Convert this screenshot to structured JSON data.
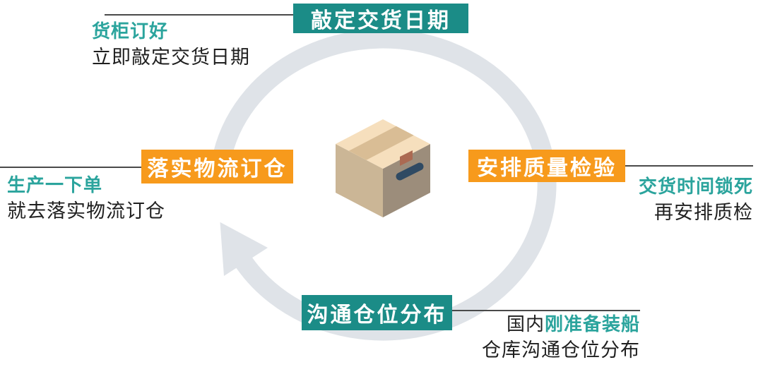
{
  "diagram": {
    "type": "circular-process",
    "cycle_direction": "clockwise",
    "center_icon": "cardboard-box"
  },
  "palette": {
    "teal": "#1b8c87",
    "orange": "#f79a1c",
    "teal_text": "#2ba49d",
    "text_dark": "#1f1f1f",
    "line": "#4a4a4a",
    "ring": "#dfe3e8",
    "box_top_face": "#f6dfbd",
    "box_tape": "#d9bd95",
    "box_left_face": "#cbb696",
    "box_right_face": "#9c8d7b",
    "box_handle": "#2f4a63",
    "box_label_tab": "#ab6a52"
  },
  "stages": [
    {
      "position": "top",
      "label": "敲定交货日期",
      "color": "teal",
      "note_highlight": "货柜订好",
      "note_line2": "立即敲定交货日期"
    },
    {
      "position": "left",
      "label": "落实物流订仓",
      "color": "orange",
      "note_highlight": "生产一下单",
      "note_line2": "就去落实物流订仓"
    },
    {
      "position": "right",
      "label": "安排质量检验",
      "color": "orange",
      "note_highlight": "交货时间锁死",
      "note_line2": "再安排质检"
    },
    {
      "position": "bottom",
      "label": "沟通仓位分布",
      "color": "teal",
      "note_prefix": "国内",
      "note_highlight": "刚准备装船",
      "note_line2": "仓库沟通仓位分布"
    }
  ]
}
